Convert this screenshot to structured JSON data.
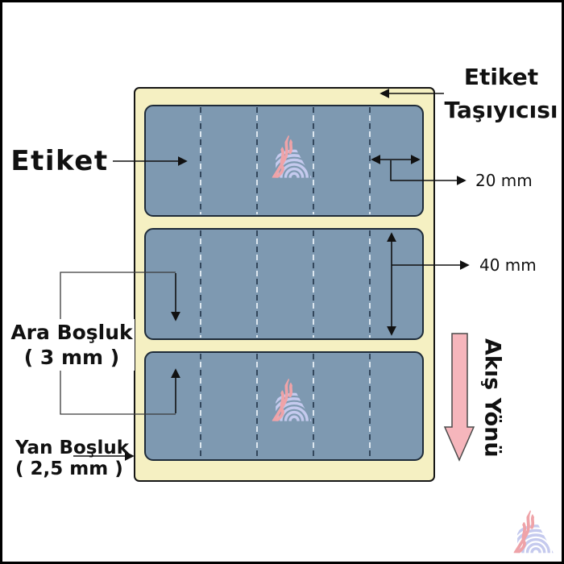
{
  "labels": {
    "etiket": "Etiket",
    "carrier_line1": "Etiket",
    "carrier_line2": "Taşıyıcısı",
    "width_dim": "20 mm",
    "height_dim": "40 mm",
    "gap_line1": "Ara Boşluk",
    "gap_line2": "( 3 mm )",
    "side_line1": "Yan Boşluk",
    "side_line2": "( 2,5 mm )",
    "flow": "Akış Yönü"
  },
  "diagram": {
    "rows": 3,
    "columns_per_row": 5,
    "label_width": "20 mm",
    "label_height": "40 mm",
    "gap_between_rows": "3 mm",
    "side_margin": "2,5 mm",
    "flow_direction": "down"
  },
  "colors": {
    "carrier": "#f5f0c2",
    "label": "#7e99b1",
    "flow_arrow": "#f6b6bc",
    "perforation_dash_dark": "#33475c",
    "perforation_dash_light": "#dce6ee",
    "logo_salmon": "#efa3a8",
    "logo_lavender": "#c5caee",
    "line": "#111111"
  },
  "icons": {
    "brand_logo": "striped-triangle-logo",
    "flow_arrow_icon": "down-arrow"
  }
}
